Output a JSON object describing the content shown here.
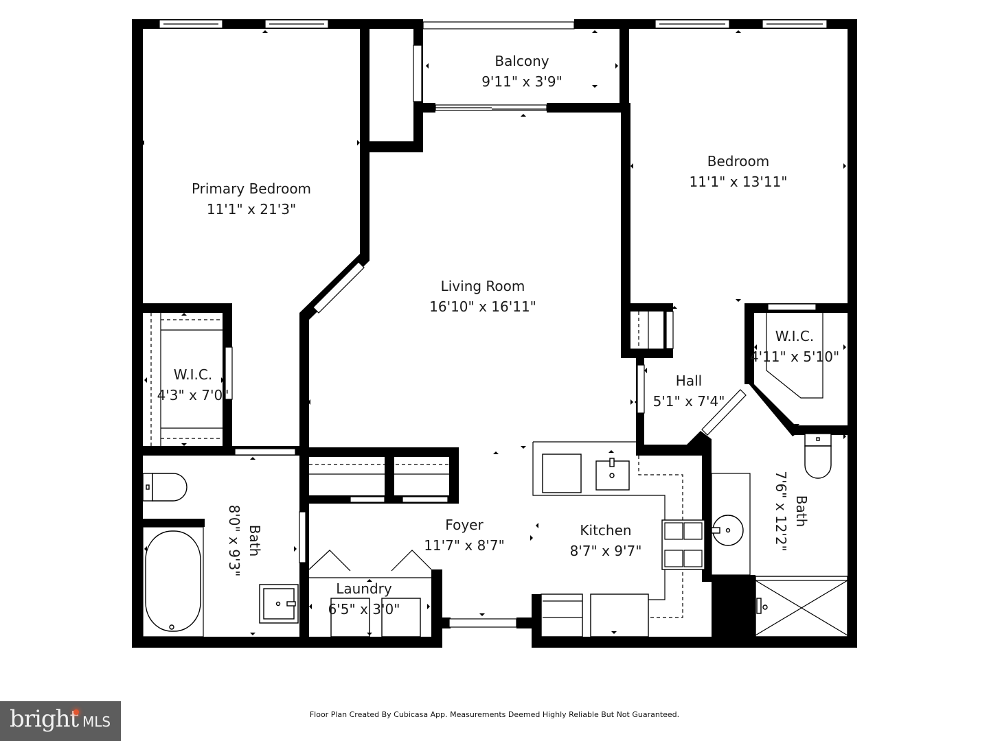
{
  "floor_plan": {
    "rooms": [
      {
        "id": "primary-bedroom",
        "name": "Primary Bedroom",
        "dimensions": "11'1\" x 21'3\""
      },
      {
        "id": "balcony",
        "name": "Balcony",
        "dimensions": "9'11\" x 3'9\""
      },
      {
        "id": "bedroom",
        "name": "Bedroom",
        "dimensions": "11'1\" x 13'11\""
      },
      {
        "id": "living-room",
        "name": "Living Room",
        "dimensions": "16'10\" x 16'11\""
      },
      {
        "id": "wic-primary",
        "name": "W.I.C.",
        "dimensions": "4'3\" x 7'0\""
      },
      {
        "id": "wic-bedroom",
        "name": "W.I.C.",
        "dimensions": "4'11\" x 5'10\""
      },
      {
        "id": "hall",
        "name": "Hall",
        "dimensions": "5'1\" x 7'4\""
      },
      {
        "id": "bath-primary",
        "name": "Bath",
        "dimensions": "8'0\" x 9'3\""
      },
      {
        "id": "foyer",
        "name": "Foyer",
        "dimensions": "11'7\" x 8'7\""
      },
      {
        "id": "kitchen",
        "name": "Kitchen",
        "dimensions": "8'7\" x 9'7\""
      },
      {
        "id": "bath-secondary",
        "name": "Bath",
        "dimensions": "7'6\" x 12'2\""
      },
      {
        "id": "laundry",
        "name": "Laundry",
        "dimensions": "6'5\" x 3'0\""
      }
    ]
  },
  "footer": {
    "disclaimer": "Floor Plan Created By Cubicasa App. Measurements Deemed Highly Reliable But Not Guaranteed.",
    "logo_brand": "bright",
    "logo_suffix": "MLS",
    "logo_bg": "#5d5d5d",
    "logo_accent": "#e2552f"
  }
}
